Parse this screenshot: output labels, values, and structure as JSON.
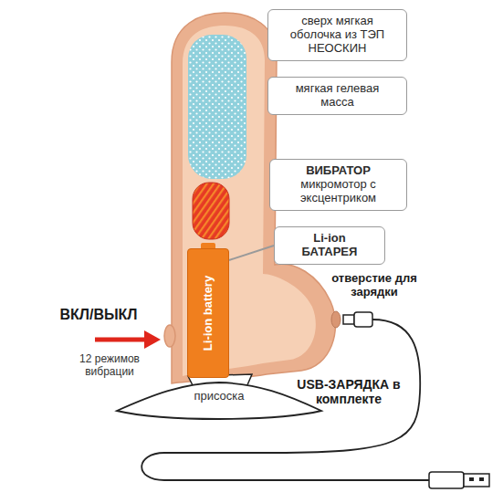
{
  "diagram": {
    "nodes": [
      {
        "text": [
          "сверх мягкая оболочка из ТЭП НЕОСКИН"
        ]
      },
      {
        "text": [
          "мягкая гелевая масса"
        ]
      },
      {
        "text": [
          "ВИБРАТОР",
          "микромотор с эксцентриком"
        ]
      },
      {
        "text": [
          "Li-ion БАТАРЕЯ"
        ]
      },
      {
        "text": [
          "Li-ion battery"
        ]
      }
    ],
    "edges": [
      {
        "from": 3,
        "to": 4,
        "arrow": "none"
      }
    ],
    "labels": [
      "ВКЛ/ВЫКЛ",
      "12 режимов вибрации",
      "отверстие для зарядки",
      "присоска",
      "USB-ЗАРЯДКА в комплекте"
    ]
  }
}
